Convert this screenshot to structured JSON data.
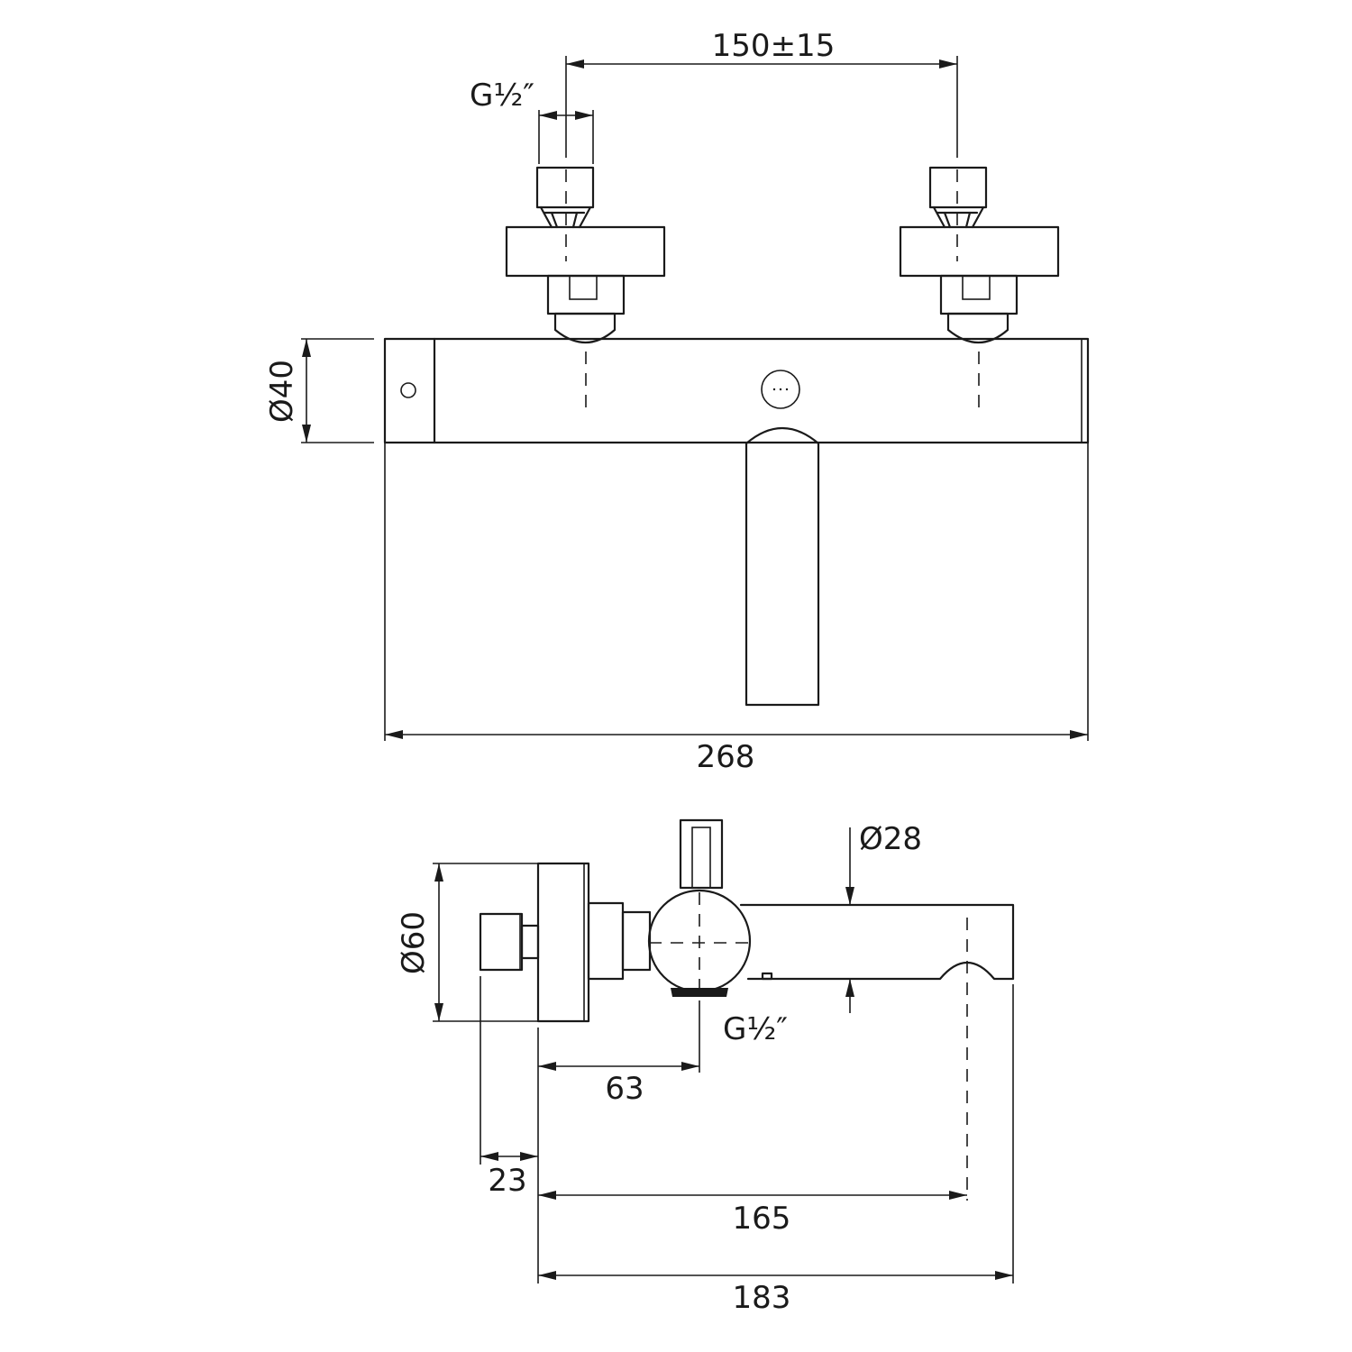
{
  "colors": {
    "line": "#1a1a1a",
    "background": "#ffffff"
  },
  "front_view": {
    "inlet_spacing": "150±15",
    "inlet_thread": "G½″",
    "body_diameter": "Ø40",
    "overall_width": "268"
  },
  "side_view": {
    "spout_diameter": "Ø28",
    "flange_diameter": "Ø60",
    "outlet_thread": "G½″",
    "outlet_offset": "63",
    "inlet_projection": "23",
    "spout_reach": "165",
    "overall_depth": "183"
  }
}
